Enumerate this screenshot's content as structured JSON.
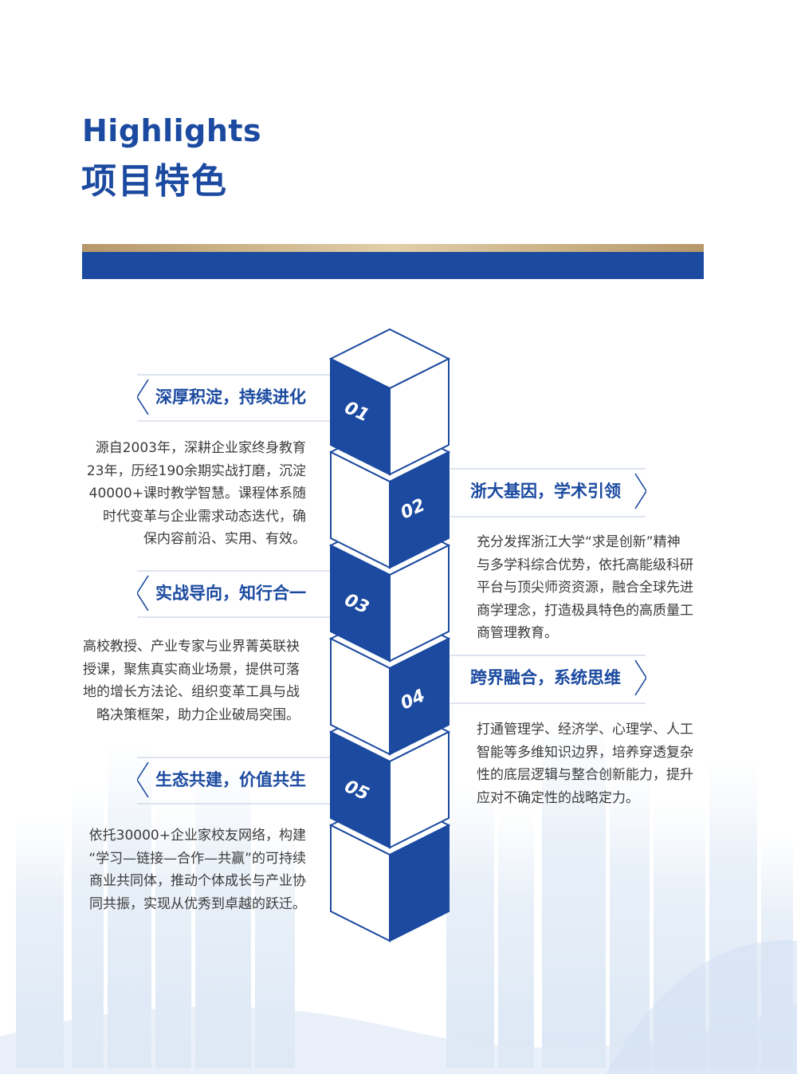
{
  "header": {
    "title_en": "Highlights",
    "title_cn": "项目特色"
  },
  "colors": {
    "brand_blue": "#1b4aa0",
    "gold": "#c4a77a",
    "body_text": "#3b3b3b"
  },
  "steps": [
    {
      "number": "01"
    },
    {
      "number": "02"
    },
    {
      "number": "03"
    },
    {
      "number": "04"
    },
    {
      "number": "05"
    }
  ],
  "highlights": [
    {
      "heading": "深厚积淀，持续进化",
      "lines": [
        "源自2003年，深耕企业家终身教育",
        "23年，历经190余期实战打磨，沉淀",
        "40000+课时教学智慧。课程体系随",
        "时代变革与企业需求动态迭代，确",
        "保内容前沿、实用、有效。"
      ]
    },
    {
      "heading": "浙大基因，学术引领",
      "lines": [
        "充分发挥浙江大学“求是创新”精神",
        "与多学科综合优势，依托高能级科研",
        "平台与顶尖师资资源，融合全球先进",
        "商学理念，打造极具特色的高质量工",
        "商管理教育。"
      ]
    },
    {
      "heading": "实战导向，知行合一",
      "lines": [
        "高校教授、产业专家与业界菁英联袂",
        "授课，聚焦真实商业场景，提供可落",
        "地的增长方法论、组织变革工具与战",
        "略决策框架，助力企业破局突围。"
      ]
    },
    {
      "heading": "跨界融合，系统思维",
      "lines": [
        "打通管理学、经济学、心理学、人工",
        "智能等多维知识边界，培养穿透复杂",
        "性的底层逻辑与整合创新能力，提升",
        "应对不确定性的战略定力。"
      ]
    },
    {
      "heading": "生态共建，价值共生",
      "lines": [
        "依托30000+企业家校友网络，构建",
        "“学习—链接—合作—共赢”的可持续",
        "商业共同体，推动个体成长与产业协",
        "同共振，实现从优秀到卓越的跃迁。"
      ]
    }
  ]
}
